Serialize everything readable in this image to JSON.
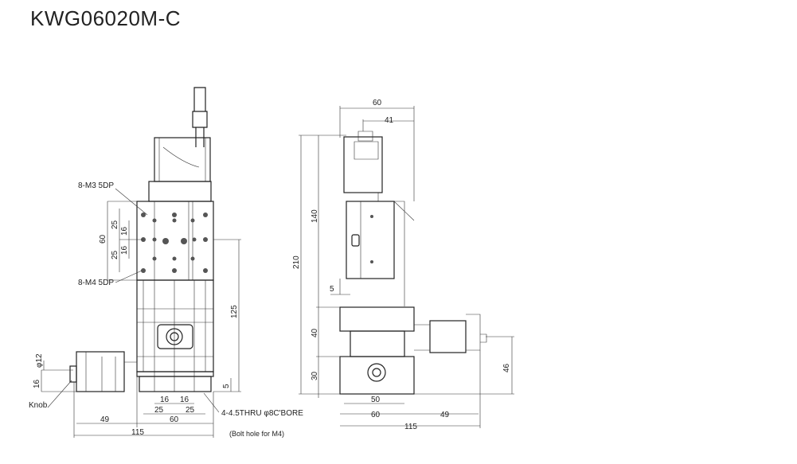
{
  "title": "KWG06020M-C",
  "front_view": {
    "callouts": {
      "m3": "8-M3 5DP",
      "m4": "8-M4 5DP",
      "knob": "Knob",
      "bore": "4-4.5THRU φ8C'BORE",
      "bolt": "(Bolt hole for M4)"
    },
    "dims": {
      "d60v": "60",
      "d25a": "25",
      "d16a": "16",
      "d16b": "16",
      "d25b": "25",
      "d125": "125",
      "d5": "5",
      "phi12": "φ12",
      "d16k": "16",
      "b16a": "16",
      "b16b": "16",
      "b25a": "25",
      "b25b": "25",
      "b60": "60",
      "b49": "49",
      "b115": "115"
    }
  },
  "side_view": {
    "dims": {
      "t60": "60",
      "t41": "41",
      "d210": "210",
      "d140": "140",
      "d5": "5",
      "d40": "40",
      "d30": "30",
      "d46": "46",
      "b50": "50",
      "b60": "60",
      "b49": "49",
      "b115": "115"
    }
  }
}
